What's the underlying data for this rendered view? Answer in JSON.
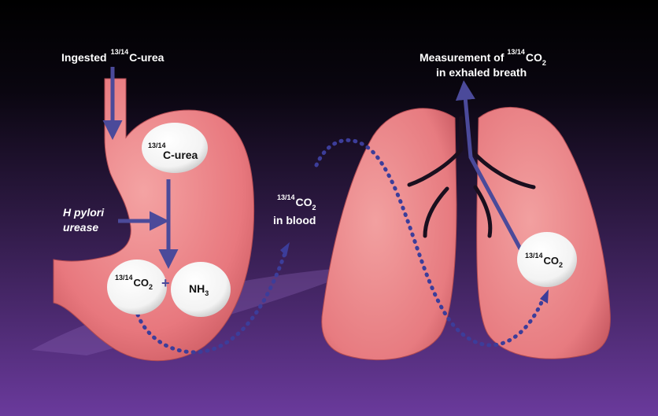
{
  "labels": {
    "ingested_prefix": "Ingested",
    "ingested_sup": "13/14",
    "ingested_suffix": "C-urea",
    "measurement_prefix": "Measurement of",
    "measurement_sup": "13/14",
    "measurement_co": "CO",
    "measurement_sub": "2",
    "measurement_line2": "in exhaled breath",
    "stomach_urea_sup": "13/14",
    "stomach_urea": "C-urea",
    "hpylori_line1": "H pylori",
    "hpylori_line2": "urease",
    "co2_sup": "13/14",
    "co2_co": "CO",
    "co2_sub": "2",
    "plus": "+",
    "nh3_main": "NH",
    "nh3_sub": "3",
    "blood_sup": "13/14",
    "blood_co": "CO",
    "blood_sub": "2",
    "blood_line2": "in blood",
    "lung_sup": "13/14",
    "lung_co": "CO",
    "lung_sub": "2"
  },
  "colors": {
    "background_top": "#000000",
    "background_bottom": "#6a3a9c",
    "organ_fill": "#e8787e",
    "organ_highlight": "#f4a3a3",
    "arrow": "#4b4a9a",
    "dots": "#3c3d9a",
    "bubble": "#ffffff",
    "airway": "#1a0f1e"
  },
  "icons": {
    "stomach": "stomach-icon",
    "lungs": "lungs-icon"
  }
}
